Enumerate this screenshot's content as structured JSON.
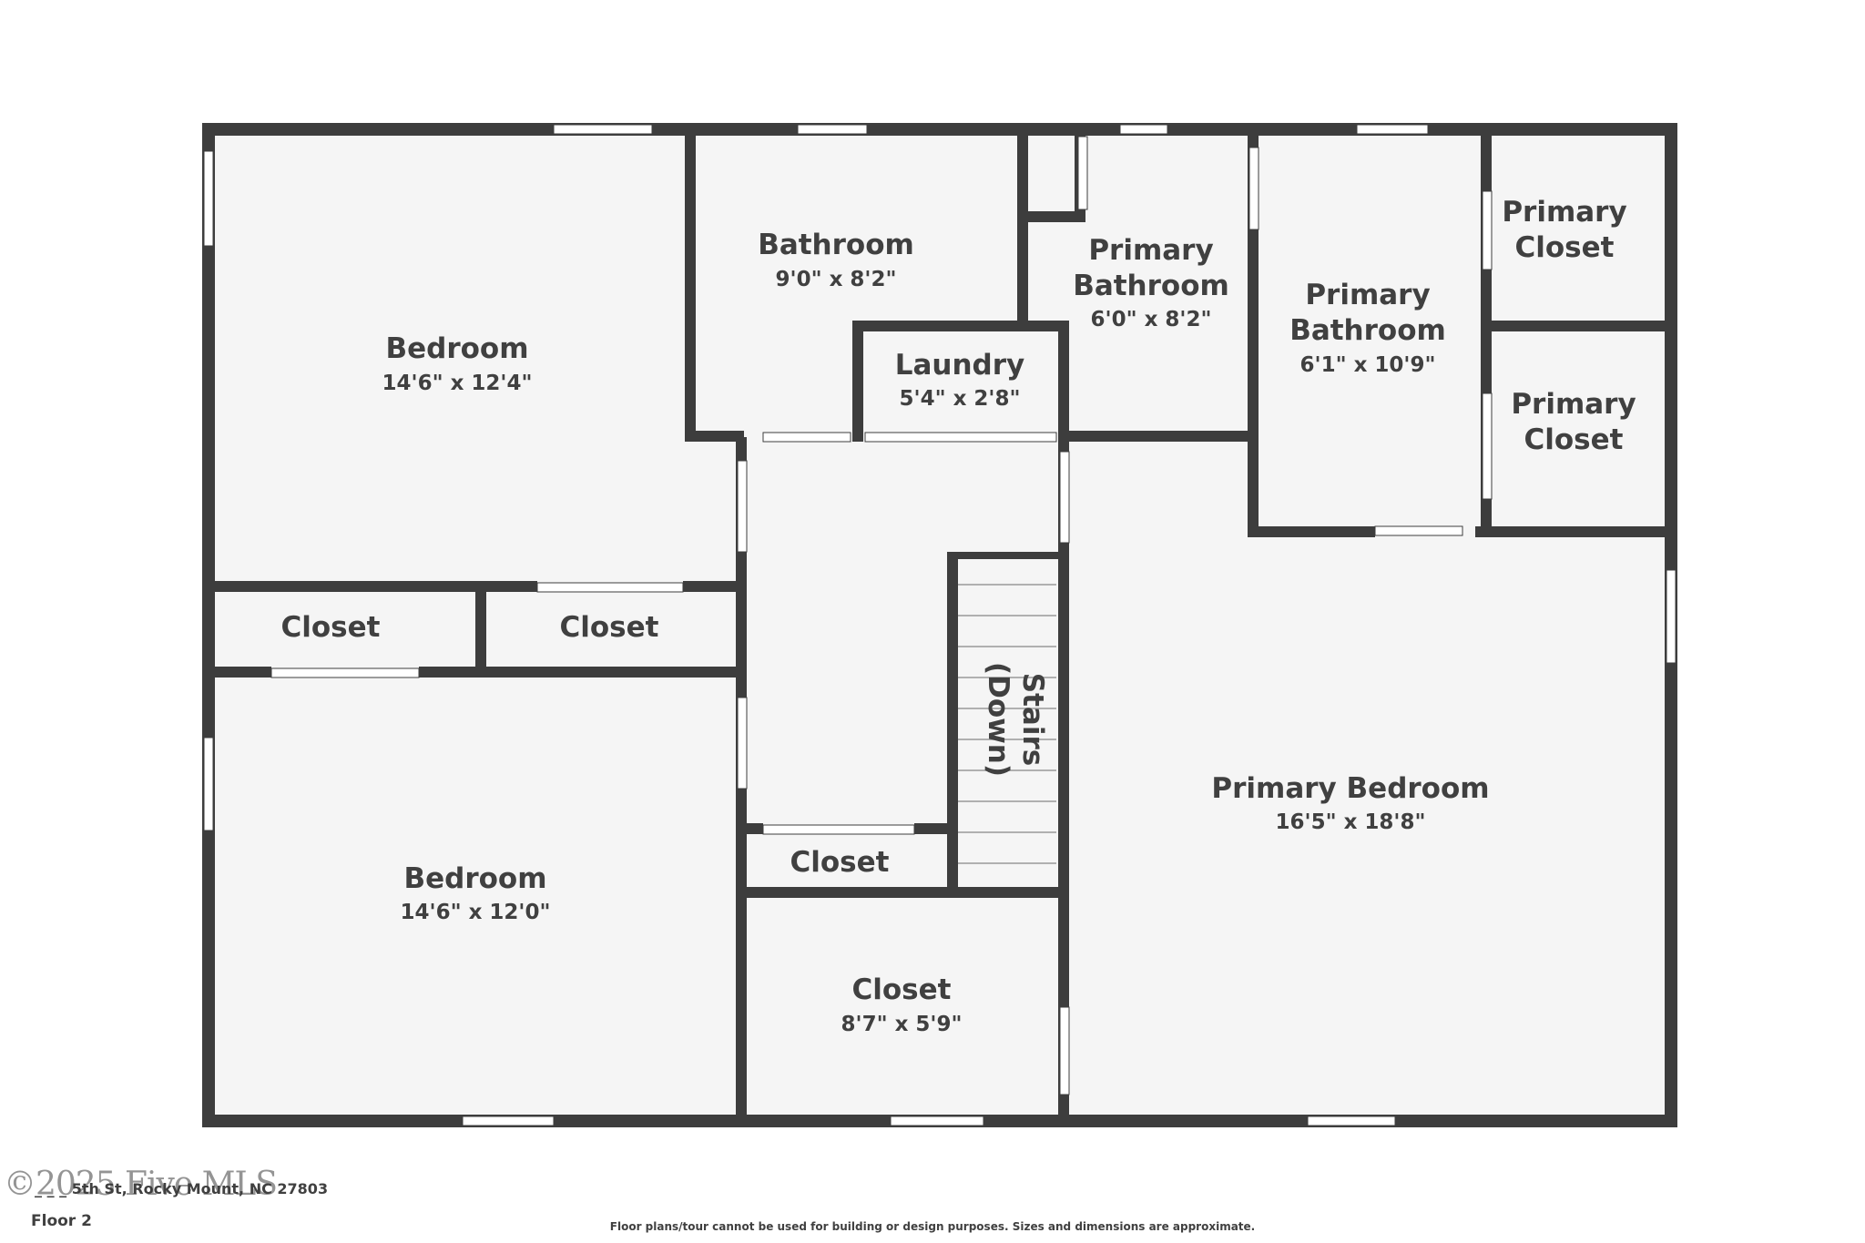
{
  "rooms": {
    "bedroom_top": {
      "name": "Bedroom",
      "dims": "14'6\" x 12'4\""
    },
    "bathroom": {
      "name": "Bathroom",
      "dims": "9'0\" x 8'2\""
    },
    "laundry": {
      "name": "Laundry",
      "dims": "5'4\" x 2'8\""
    },
    "primary_bathroom_small": {
      "name_line1": "Primary",
      "name_line2": "Bathroom",
      "dims": "6'0\" x 8'2\""
    },
    "primary_bathroom_large": {
      "name_line1": "Primary",
      "name_line2": "Bathroom",
      "dims": "6'1\" x 10'9\""
    },
    "primary_closet_top": {
      "name_line1": "Primary",
      "name_line2": "Closet"
    },
    "primary_closet_bottom": {
      "name_line1": "Primary",
      "name_line2": "Closet"
    },
    "closet_left": {
      "name": "Closet"
    },
    "closet_mid": {
      "name": "Closet"
    },
    "stairs": {
      "name_line1": "Stairs",
      "name_line2": "(Down)"
    },
    "closet_small": {
      "name": "Closet"
    },
    "closet_big": {
      "name": "Closet",
      "dims": "8'7\" x 5'9\""
    },
    "bedroom_bottom": {
      "name": "Bedroom",
      "dims": "14'6\" x 12'0\""
    },
    "primary_bedroom": {
      "name": "Primary Bedroom",
      "dims": "16'5\" x 18'8\""
    }
  },
  "footer": {
    "address": "_ _ _ 5th St, Rocky Mount, NC 27803",
    "floor": "Floor 2",
    "disclaimer": "Floor plans/tour cannot be used for building or design purposes. Sizes and dimensions are approximate.",
    "watermark": "©2025 Five MLS"
  },
  "colors": {
    "wall": "#3d3d3d",
    "floor": "#f5f5f5",
    "text": "#404040"
  }
}
